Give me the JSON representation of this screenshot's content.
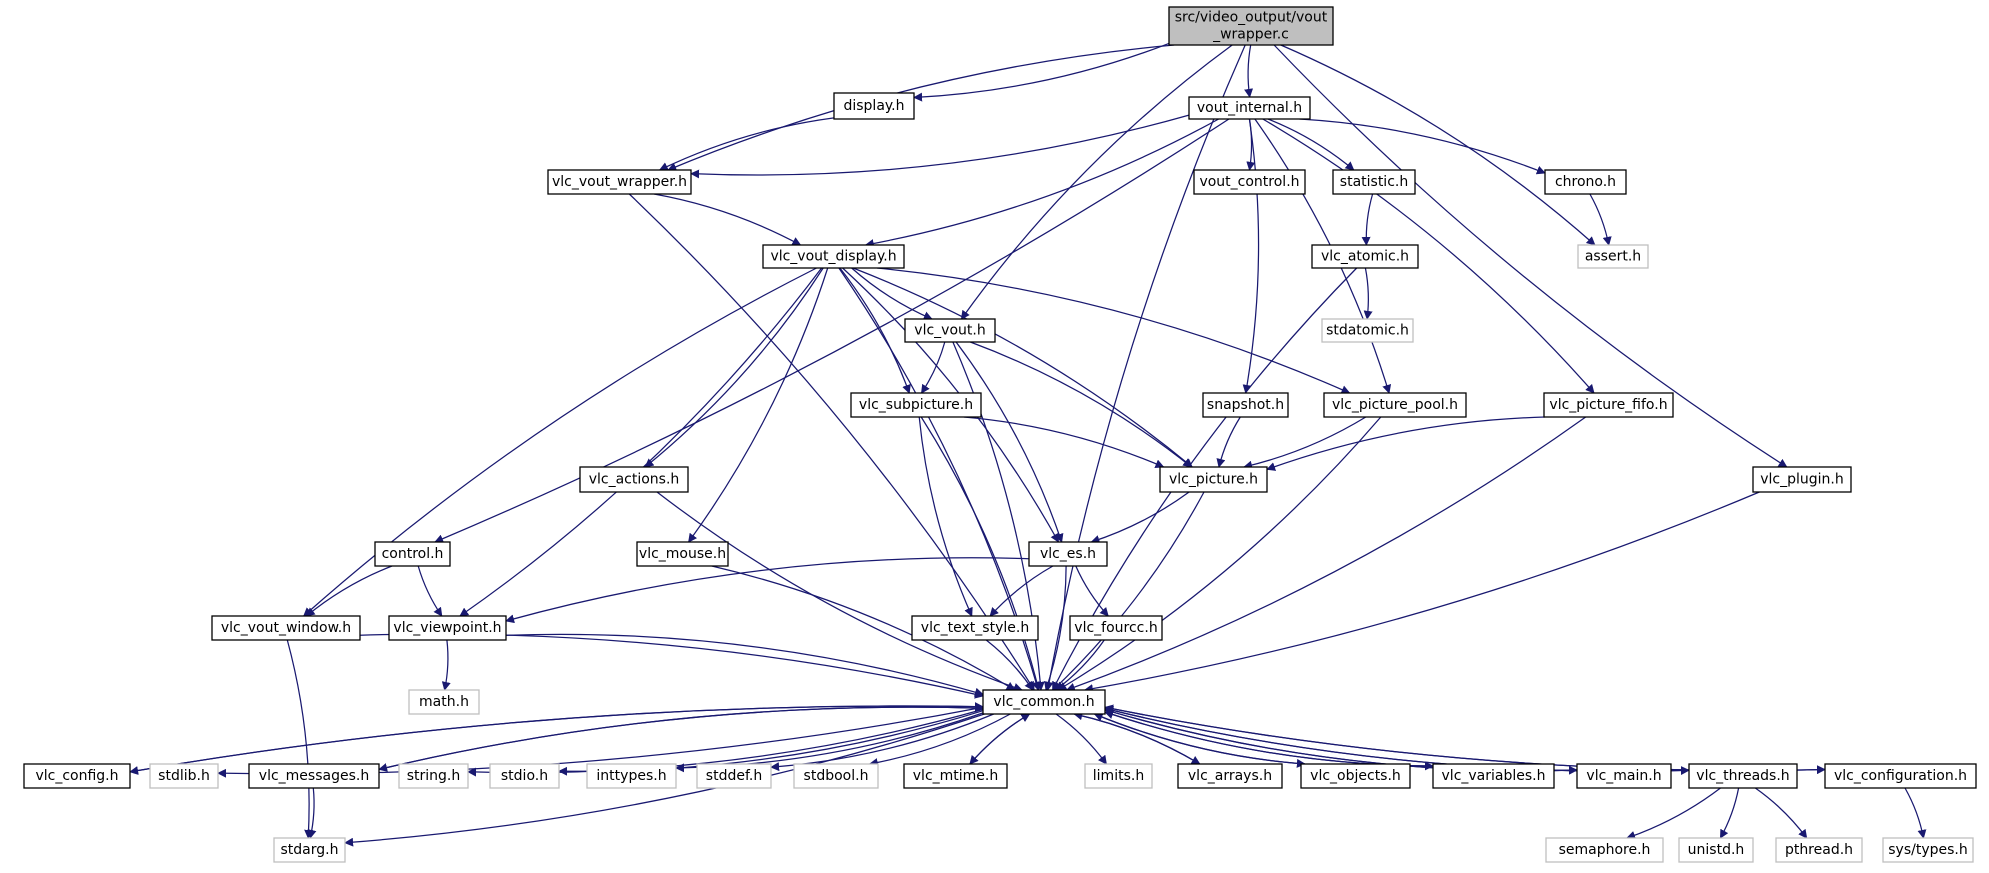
{
  "colors": {
    "edge": "#191970",
    "node_border": "#000000",
    "node_border_external": "#bfbfbf",
    "root_fill": "#bfbfbf",
    "node_fill": "#ffffff",
    "text": "#000000"
  },
  "nodes": [
    {
      "id": "root",
      "lines": [
        "src/video_output/vout",
        "_wrapper.c"
      ],
      "kind": "root"
    },
    {
      "id": "display_h",
      "lines": [
        "display.h"
      ],
      "kind": "doc"
    },
    {
      "id": "vout_internal_h",
      "lines": [
        "vout_internal.h"
      ],
      "kind": "doc"
    },
    {
      "id": "vlc_vout_wrapper_h",
      "lines": [
        "vlc_vout_wrapper.h"
      ],
      "kind": "doc"
    },
    {
      "id": "vout_control_h",
      "lines": [
        "vout_control.h"
      ],
      "kind": "doc"
    },
    {
      "id": "statistic_h",
      "lines": [
        "statistic.h"
      ],
      "kind": "doc"
    },
    {
      "id": "chrono_h",
      "lines": [
        "chrono.h"
      ],
      "kind": "doc"
    },
    {
      "id": "assert_h",
      "lines": [
        "assert.h"
      ],
      "kind": "external"
    },
    {
      "id": "vlc_vout_display_h",
      "lines": [
        "vlc_vout_display.h"
      ],
      "kind": "doc"
    },
    {
      "id": "vlc_atomic_h",
      "lines": [
        "vlc_atomic.h"
      ],
      "kind": "doc"
    },
    {
      "id": "stdatomic_h",
      "lines": [
        "stdatomic.h"
      ],
      "kind": "external"
    },
    {
      "id": "vlc_vout_h",
      "lines": [
        "vlc_vout.h"
      ],
      "kind": "doc"
    },
    {
      "id": "vlc_subpicture_h",
      "lines": [
        "vlc_subpicture.h"
      ],
      "kind": "doc"
    },
    {
      "id": "snapshot_h",
      "lines": [
        "snapshot.h"
      ],
      "kind": "doc"
    },
    {
      "id": "vlc_picture_pool_h",
      "lines": [
        "vlc_picture_pool.h"
      ],
      "kind": "doc"
    },
    {
      "id": "vlc_picture_fifo_h",
      "lines": [
        "vlc_picture_fifo.h"
      ],
      "kind": "doc"
    },
    {
      "id": "vlc_actions_h",
      "lines": [
        "vlc_actions.h"
      ],
      "kind": "doc"
    },
    {
      "id": "vlc_picture_h",
      "lines": [
        "vlc_picture.h"
      ],
      "kind": "doc"
    },
    {
      "id": "vlc_plugin_h",
      "lines": [
        "vlc_plugin.h"
      ],
      "kind": "doc"
    },
    {
      "id": "control_h",
      "lines": [
        "control.h"
      ],
      "kind": "doc"
    },
    {
      "id": "vlc_mouse_h",
      "lines": [
        "vlc_mouse.h"
      ],
      "kind": "doc"
    },
    {
      "id": "vlc_es_h",
      "lines": [
        "vlc_es.h"
      ],
      "kind": "doc"
    },
    {
      "id": "vlc_vout_window_h",
      "lines": [
        "vlc_vout_window.h"
      ],
      "kind": "doc"
    },
    {
      "id": "vlc_viewpoint_h",
      "lines": [
        "vlc_viewpoint.h"
      ],
      "kind": "doc"
    },
    {
      "id": "vlc_text_style_h",
      "lines": [
        "vlc_text_style.h"
      ],
      "kind": "doc"
    },
    {
      "id": "vlc_fourcc_h",
      "lines": [
        "vlc_fourcc.h"
      ],
      "kind": "doc"
    },
    {
      "id": "math_h",
      "lines": [
        "math.h"
      ],
      "kind": "external"
    },
    {
      "id": "vlc_common_h",
      "lines": [
        "vlc_common.h"
      ],
      "kind": "doc"
    },
    {
      "id": "vlc_config_h",
      "lines": [
        "vlc_config.h"
      ],
      "kind": "doc"
    },
    {
      "id": "stdlib_h",
      "lines": [
        "stdlib.h"
      ],
      "kind": "external"
    },
    {
      "id": "vlc_messages_h",
      "lines": [
        "vlc_messages.h"
      ],
      "kind": "doc"
    },
    {
      "id": "string_h",
      "lines": [
        "string.h"
      ],
      "kind": "external"
    },
    {
      "id": "stdio_h",
      "lines": [
        "stdio.h"
      ],
      "kind": "external"
    },
    {
      "id": "inttypes_h",
      "lines": [
        "inttypes.h"
      ],
      "kind": "external"
    },
    {
      "id": "stddef_h",
      "lines": [
        "stddef.h"
      ],
      "kind": "external"
    },
    {
      "id": "stdbool_h",
      "lines": [
        "stdbool.h"
      ],
      "kind": "external"
    },
    {
      "id": "vlc_mtime_h",
      "lines": [
        "vlc_mtime.h"
      ],
      "kind": "doc"
    },
    {
      "id": "limits_h",
      "lines": [
        "limits.h"
      ],
      "kind": "external"
    },
    {
      "id": "vlc_arrays_h",
      "lines": [
        "vlc_arrays.h"
      ],
      "kind": "doc"
    },
    {
      "id": "vlc_objects_h",
      "lines": [
        "vlc_objects.h"
      ],
      "kind": "doc"
    },
    {
      "id": "vlc_variables_h",
      "lines": [
        "vlc_variables.h"
      ],
      "kind": "doc"
    },
    {
      "id": "vlc_main_h",
      "lines": [
        "vlc_main.h"
      ],
      "kind": "doc"
    },
    {
      "id": "vlc_threads_h",
      "lines": [
        "vlc_threads.h"
      ],
      "kind": "doc"
    },
    {
      "id": "vlc_configuration_h",
      "lines": [
        "vlc_configuration.h"
      ],
      "kind": "doc"
    },
    {
      "id": "stdarg_h",
      "lines": [
        "stdarg.h"
      ],
      "kind": "external"
    },
    {
      "id": "semaphore_h",
      "lines": [
        "semaphore.h"
      ],
      "kind": "external"
    },
    {
      "id": "unistd_h",
      "lines": [
        "unistd.h"
      ],
      "kind": "external"
    },
    {
      "id": "pthread_h",
      "lines": [
        "pthread.h"
      ],
      "kind": "external"
    },
    {
      "id": "sys_types_h",
      "lines": [
        "sys/types.h"
      ],
      "kind": "external"
    }
  ],
  "edges": [
    [
      "root",
      "display_h"
    ],
    [
      "root",
      "vout_internal_h"
    ],
    [
      "root",
      "vlc_vout_wrapper_h"
    ],
    [
      "root",
      "vlc_vout_h"
    ],
    [
      "root",
      "assert_h"
    ],
    [
      "root",
      "vlc_common_h"
    ],
    [
      "root",
      "vlc_plugin_h"
    ],
    [
      "display_h",
      "vlc_vout_wrapper_h"
    ],
    [
      "vout_internal_h",
      "vlc_vout_wrapper_h"
    ],
    [
      "vout_internal_h",
      "vout_control_h"
    ],
    [
      "vout_internal_h",
      "statistic_h"
    ],
    [
      "vout_internal_h",
      "chrono_h"
    ],
    [
      "vout_internal_h",
      "vlc_vout_display_h"
    ],
    [
      "vout_internal_h",
      "snapshot_h"
    ],
    [
      "vout_internal_h",
      "vlc_picture_pool_h"
    ],
    [
      "vout_internal_h",
      "vlc_picture_fifo_h"
    ],
    [
      "vout_internal_h",
      "control_h"
    ],
    [
      "vlc_vout_wrapper_h",
      "vlc_vout_display_h"
    ],
    [
      "vlc_vout_wrapper_h",
      "vlc_common_h"
    ],
    [
      "chrono_h",
      "assert_h"
    ],
    [
      "statistic_h",
      "vlc_atomic_h"
    ],
    [
      "vlc_atomic_h",
      "stdatomic_h"
    ],
    [
      "vlc_atomic_h",
      "vlc_common_h"
    ],
    [
      "vlc_vout_display_h",
      "vlc_vout_h"
    ],
    [
      "vlc_vout_display_h",
      "vlc_subpicture_h"
    ],
    [
      "vlc_vout_display_h",
      "vlc_picture_h"
    ],
    [
      "vlc_vout_display_h",
      "vlc_picture_pool_h"
    ],
    [
      "vlc_vout_display_h",
      "vlc_actions_h"
    ],
    [
      "vlc_vout_display_h",
      "vlc_mouse_h"
    ],
    [
      "vlc_vout_display_h",
      "vlc_es_h"
    ],
    [
      "vlc_vout_display_h",
      "vlc_vout_window_h"
    ],
    [
      "vlc_vout_display_h",
      "vlc_viewpoint_h"
    ],
    [
      "vlc_vout_display_h",
      "vlc_common_h"
    ],
    [
      "vlc_vout_h",
      "vlc_subpicture_h"
    ],
    [
      "vlc_vout_h",
      "vlc_picture_h"
    ],
    [
      "vlc_vout_h",
      "vlc_es_h"
    ],
    [
      "vlc_vout_h",
      "vlc_common_h"
    ],
    [
      "vlc_subpicture_h",
      "vlc_picture_h"
    ],
    [
      "vlc_subpicture_h",
      "vlc_text_style_h"
    ],
    [
      "vlc_subpicture_h",
      "vlc_common_h"
    ],
    [
      "snapshot_h",
      "vlc_picture_h"
    ],
    [
      "vlc_picture_pool_h",
      "vlc_picture_h"
    ],
    [
      "vlc_picture_pool_h",
      "vlc_common_h"
    ],
    [
      "vlc_picture_fifo_h",
      "vlc_picture_h"
    ],
    [
      "vlc_picture_fifo_h",
      "vlc_common_h"
    ],
    [
      "vlc_picture_h",
      "vlc_es_h"
    ],
    [
      "vlc_picture_h",
      "vlc_common_h"
    ],
    [
      "vlc_actions_h",
      "vlc_common_h"
    ],
    [
      "vlc_mouse_h",
      "vlc_common_h"
    ],
    [
      "vlc_es_h",
      "vlc_viewpoint_h"
    ],
    [
      "vlc_es_h",
      "vlc_text_style_h"
    ],
    [
      "vlc_es_h",
      "vlc_fourcc_h"
    ],
    [
      "vlc_es_h",
      "vlc_common_h"
    ],
    [
      "control_h",
      "vlc_vout_window_h"
    ],
    [
      "control_h",
      "vlc_viewpoint_h"
    ],
    [
      "vlc_vout_window_h",
      "vlc_common_h"
    ],
    [
      "vlc_vout_window_h",
      "stdarg_h"
    ],
    [
      "vlc_viewpoint_h",
      "math_h"
    ],
    [
      "vlc_viewpoint_h",
      "vlc_common_h"
    ],
    [
      "vlc_text_style_h",
      "vlc_common_h"
    ],
    [
      "vlc_fourcc_h",
      "vlc_common_h"
    ],
    [
      "vlc_plugin_h",
      "vlc_common_h"
    ],
    [
      "vlc_common_h",
      "vlc_config_h"
    ],
    [
      "vlc_common_h",
      "stdlib_h"
    ],
    [
      "vlc_common_h",
      "vlc_messages_h"
    ],
    [
      "vlc_common_h",
      "string_h"
    ],
    [
      "vlc_common_h",
      "stdio_h"
    ],
    [
      "vlc_common_h",
      "inttypes_h"
    ],
    [
      "vlc_common_h",
      "stddef_h"
    ],
    [
      "vlc_common_h",
      "stdbool_h"
    ],
    [
      "vlc_common_h",
      "vlc_mtime_h"
    ],
    [
      "vlc_common_h",
      "limits_h"
    ],
    [
      "vlc_common_h",
      "vlc_arrays_h"
    ],
    [
      "vlc_common_h",
      "vlc_objects_h"
    ],
    [
      "vlc_common_h",
      "vlc_variables_h"
    ],
    [
      "vlc_common_h",
      "vlc_main_h"
    ],
    [
      "vlc_common_h",
      "vlc_threads_h"
    ],
    [
      "vlc_common_h",
      "vlc_configuration_h"
    ],
    [
      "vlc_common_h",
      "stdarg_h"
    ],
    [
      "vlc_config_h",
      "vlc_common_h"
    ],
    [
      "vlc_messages_h",
      "vlc_common_h"
    ],
    [
      "vlc_messages_h",
      "stdarg_h"
    ],
    [
      "vlc_mtime_h",
      "vlc_common_h"
    ],
    [
      "vlc_arrays_h",
      "vlc_common_h"
    ],
    [
      "vlc_objects_h",
      "vlc_common_h"
    ],
    [
      "vlc_variables_h",
      "vlc_common_h"
    ],
    [
      "vlc_main_h",
      "vlc_common_h"
    ],
    [
      "vlc_threads_h",
      "vlc_common_h"
    ],
    [
      "vlc_configuration_h",
      "vlc_common_h"
    ],
    [
      "vlc_threads_h",
      "semaphore_h"
    ],
    [
      "vlc_threads_h",
      "unistd_h"
    ],
    [
      "vlc_threads_h",
      "pthread_h"
    ],
    [
      "vlc_configuration_h",
      "sys_types_h"
    ]
  ]
}
